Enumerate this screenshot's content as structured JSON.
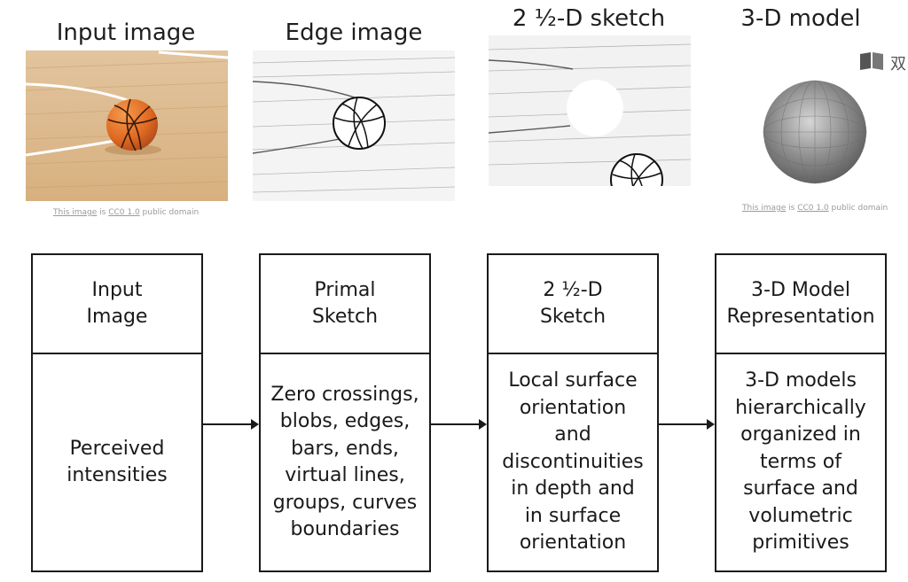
{
  "images": [
    {
      "title": "Input image",
      "credit_link1": "This image",
      "credit_mid": " is ",
      "credit_link2": "CC0 1.0",
      "credit_tail": " public domain"
    },
    {
      "title": "Edge image"
    },
    {
      "title": "2 ½-D sketch"
    },
    {
      "title": "3-D model",
      "credit_link1": "This image",
      "credit_mid": " is ",
      "credit_link2": "CC0 1.0",
      "credit_tail": " public domain"
    }
  ],
  "stages": [
    {
      "title_lines": [
        "Input",
        "Image"
      ],
      "body_lines": [
        "Perceived",
        "intensities"
      ]
    },
    {
      "title_lines": [
        "Primal",
        "Sketch"
      ],
      "body_lines": [
        "Zero crossings,",
        "blobs, edges,",
        "bars, ends,",
        "virtual lines,",
        "groups, curves",
        "boundaries"
      ]
    },
    {
      "title_lines": [
        "2 ½-D",
        "Sketch"
      ],
      "body_lines": [
        "Local surface",
        "orientation",
        "and",
        "discontinuities",
        "in depth and",
        "in surface",
        "orientation"
      ]
    },
    {
      "title_lines": [
        "3-D Model",
        "Representation"
      ],
      "body_lines": [
        "3-D models",
        "hierarchically",
        "organized in",
        "terms of",
        "surface and",
        "volumetric",
        "primitives"
      ]
    }
  ],
  "side": {
    "icon": "book-icon",
    "text": "双"
  },
  "colors": {
    "ball": "#e8742a",
    "floor": "#dcb88e",
    "line": "#1a1a1a",
    "sphere": "#8a8a8a"
  }
}
